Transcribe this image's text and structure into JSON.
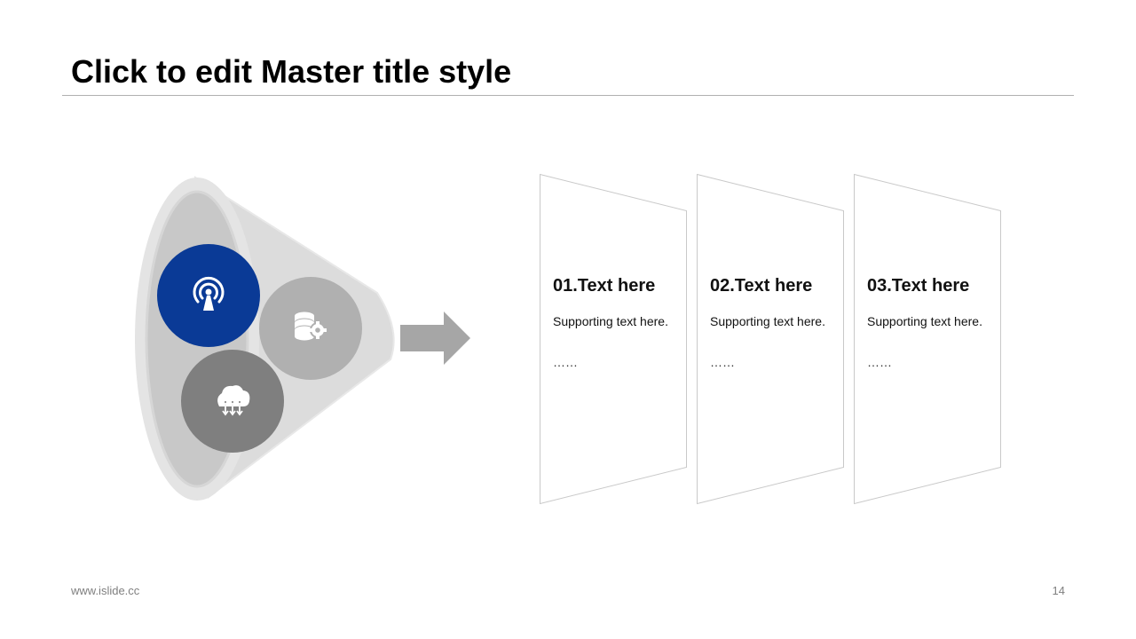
{
  "slide": {
    "title": "Click to edit Master title style",
    "footer_left": "www.islide.cc",
    "page_number": "14"
  },
  "funnel": {
    "circles": [
      {
        "icon": "broadcast-tower-icon",
        "color": "#0a3a96"
      },
      {
        "icon": "database-gear-icon",
        "color": "#b0b0b0"
      },
      {
        "icon": "cloud-download-icon",
        "color": "#7f7f7f"
      }
    ],
    "arrow_color": "#a6a6a6"
  },
  "cards": [
    {
      "heading": "01.Text here",
      "body": "Supporting text here.",
      "ellipsis": "……"
    },
    {
      "heading": "02.Text here",
      "body": "Supporting text here.",
      "ellipsis": "……"
    },
    {
      "heading": "03.Text here",
      "body": "Supporting text here.",
      "ellipsis": "……"
    }
  ]
}
